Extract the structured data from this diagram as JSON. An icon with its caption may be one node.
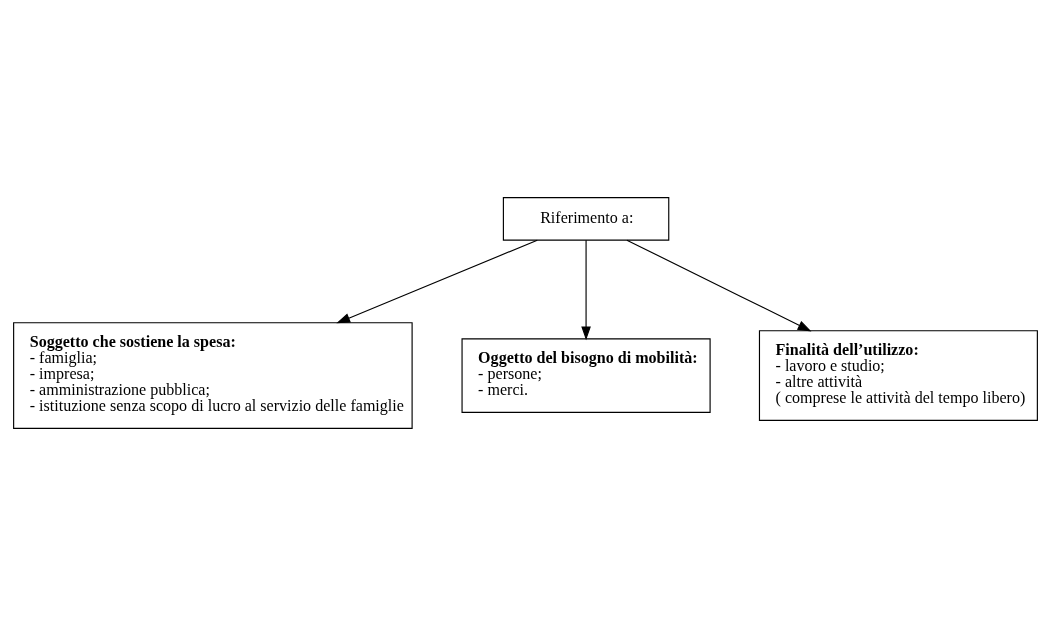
{
  "diagram": {
    "nodes": [
      {
        "text": [
          "Riferimento a:"
        ]
      },
      {
        "text": [
          "Soggetto che sostiene la spesa:",
          "- famiglia;",
          "- impresa;",
          "- amministrazione pubblica;",
          "- istituzione senza scopo di lucro al servizio delle famiglie"
        ]
      },
      {
        "text": [
          "Oggetto del bisogno di mobilità:",
          "- persone;",
          "- merci."
        ]
      },
      {
        "text": [
          "Finalità dell’utilizzo:",
          "- lavoro e studio;",
          "- altre attività",
          "( comprese le attività del tempo libero)"
        ]
      }
    ],
    "edges": [
      {
        "from": 0,
        "to": 1,
        "arrow": "to"
      },
      {
        "from": 0,
        "to": 2,
        "arrow": "to"
      },
      {
        "from": 0,
        "to": 3,
        "arrow": "to"
      }
    ]
  }
}
